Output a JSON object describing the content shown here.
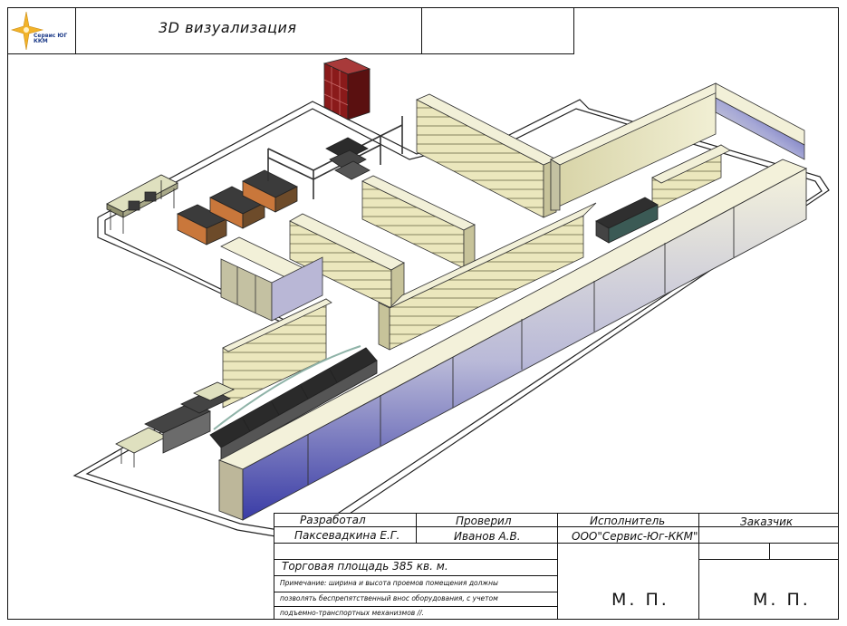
{
  "header": {
    "logo_alt": "Сервис ЮГ ККМ",
    "logo_line1": "Сервис ЮГ",
    "logo_line2": "ККМ",
    "title": "3D визуализация"
  },
  "stamp": {
    "developed_label": "Разработал",
    "developed_name": "Паксевадкина Е.Г.",
    "checked_label": "Проверил",
    "checked_name": "Иванов А.В.",
    "executor_label": "Исполнитель",
    "executor_name": "ООО\"Сервис-Юг-ККМ\"",
    "customer_label": "Заказчик",
    "area_text": "Торговая площадь  385 кв. м.",
    "note_line1": "Примечание: ширина и высота проемов помещения должны",
    "note_line2": "позволять беспрепятственный внос оборудования, с учетом",
    "note_line3": "подъемно-транспортных механизмов //.",
    "mp_executor": "М. П.",
    "mp_customer": "М. П."
  },
  "colors": {
    "shelf_fill": "#e9e6b8",
    "counter_light": "#f2f0d8",
    "counter_blue": "#3c3fa8",
    "cabinet_red": "#8a1a1a",
    "outline": "#222222",
    "logo_star": "#f2b32a",
    "logo_text": "#1f3d8a"
  }
}
